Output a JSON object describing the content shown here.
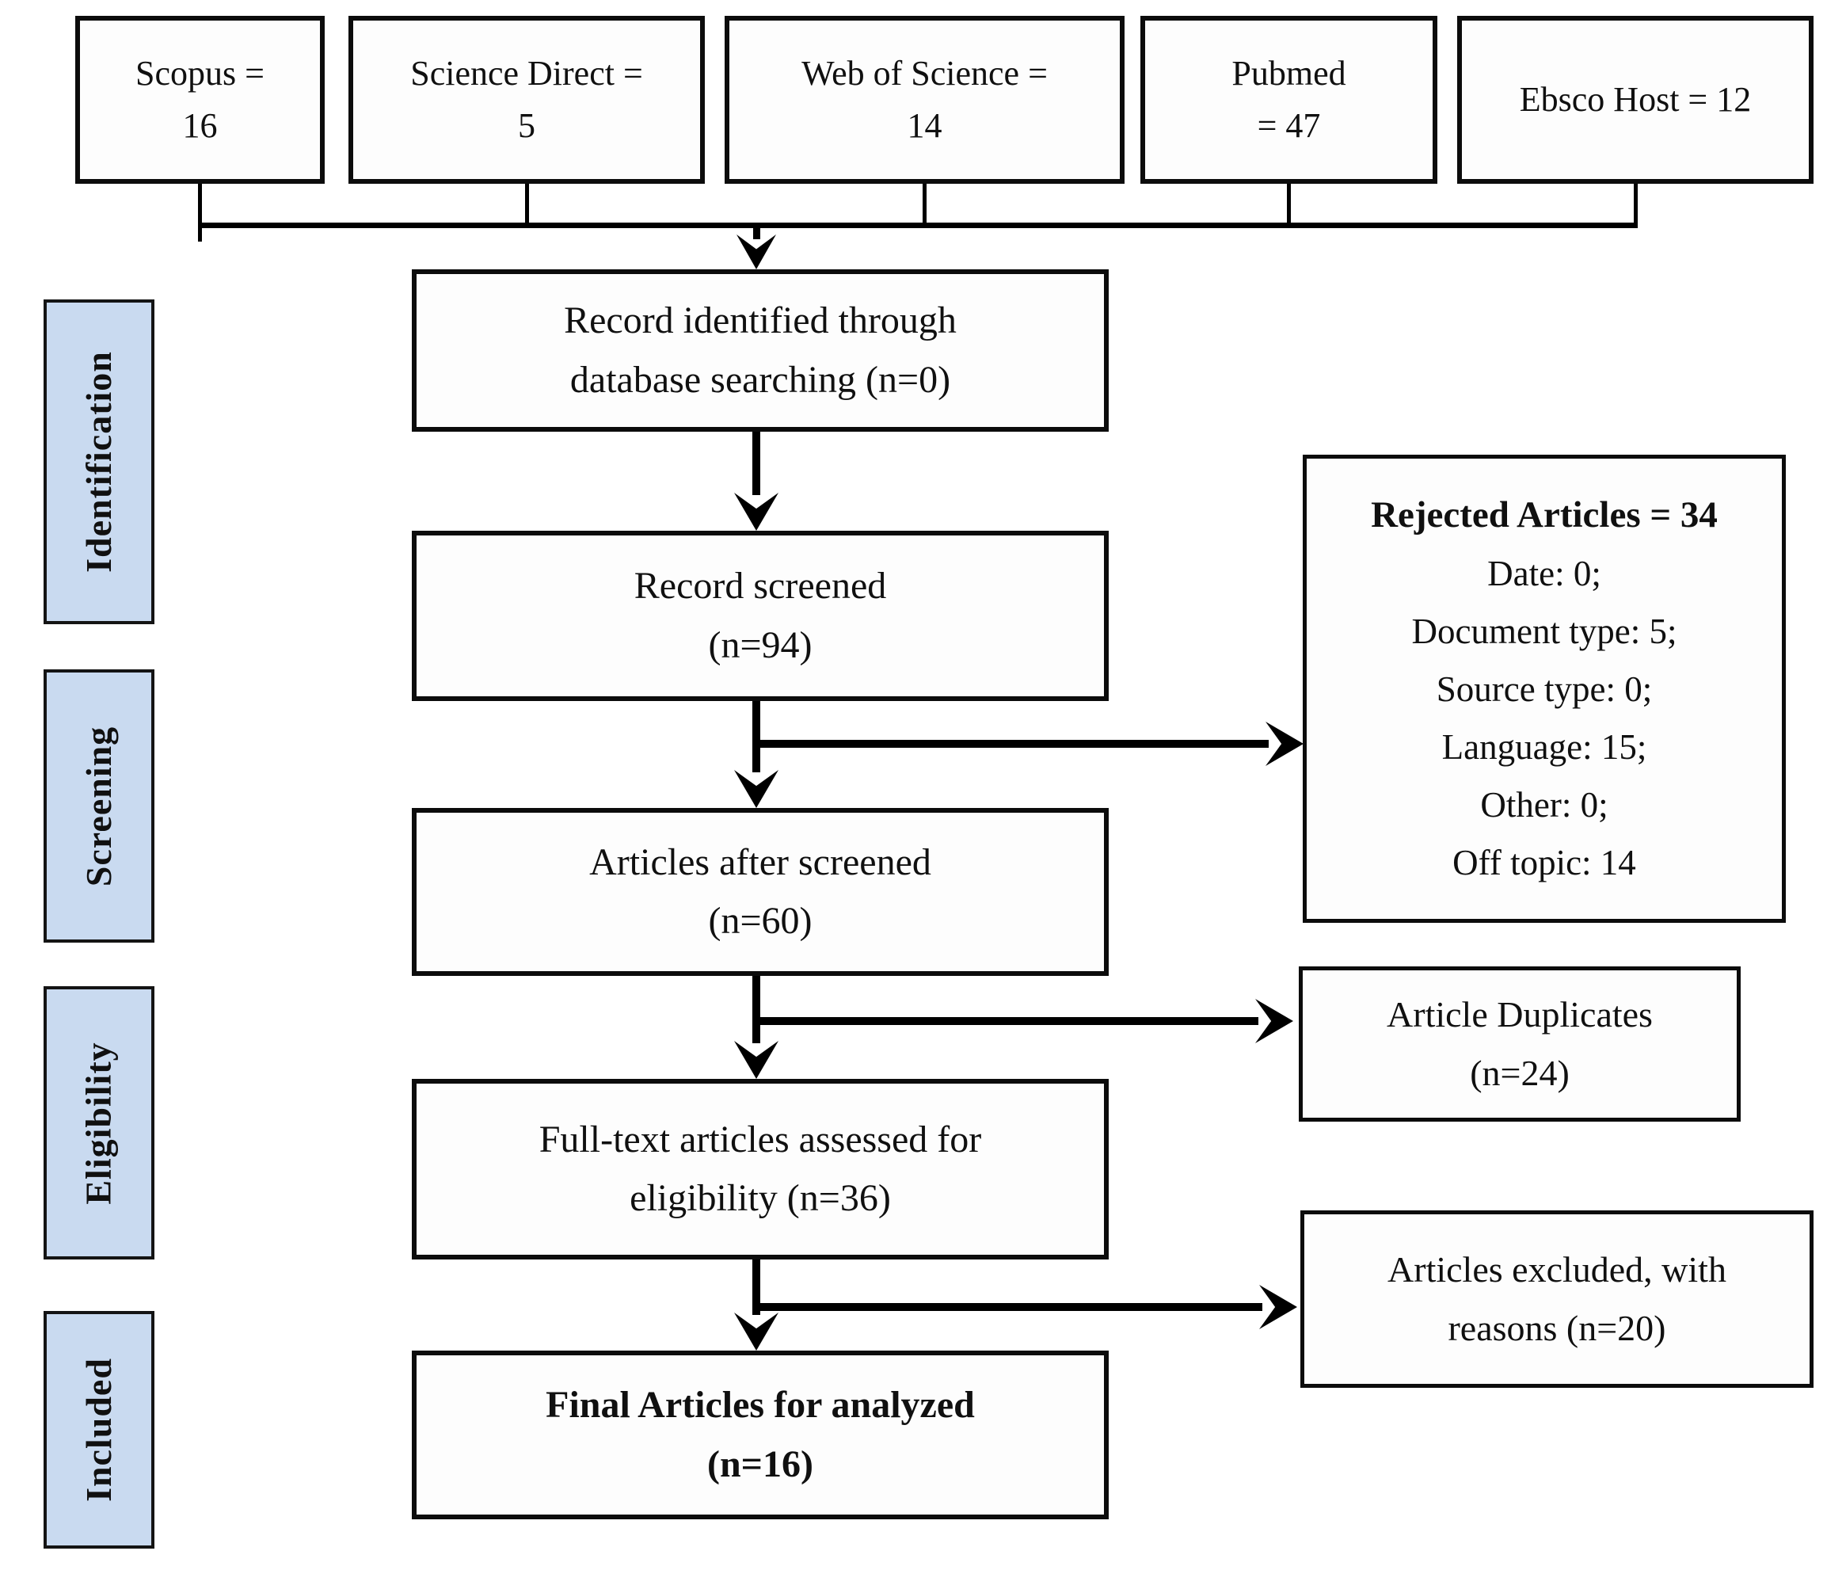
{
  "diagram": {
    "type": "prisma-flowchart",
    "sources": [
      {
        "name": "Scopus",
        "count": 16,
        "label": "Scopus =\n16"
      },
      {
        "name": "Science Direct",
        "count": 5,
        "label": "Science Direct =\n5"
      },
      {
        "name": "Web of Science",
        "count": 14,
        "label": "Web of Science =\n14"
      },
      {
        "name": "Pubmed",
        "count": 47,
        "label": "Pubmed\n= 47"
      },
      {
        "name": "Ebsco Host",
        "count": 12,
        "label": "Ebsco Host = 12"
      }
    ],
    "stages": [
      {
        "label": "Identification"
      },
      {
        "label": "Screening"
      },
      {
        "label": "Eligibility"
      },
      {
        "label": "Included"
      }
    ],
    "flow": {
      "identified": "Record identified through\ndatabase searching (n=0)",
      "screened": "Record screened\n(n=94)",
      "after_screened": "Articles after screened\n(n=60)",
      "fulltext": "Full-text articles assessed for\neligibility (n=36)",
      "final": "Final Articles for analyzed\n(n=16)"
    },
    "exclusions": {
      "rejected_title": "Rejected Articles = 34",
      "rejected_breakdown": "Date: 0;\nDocument type: 5;\nSource type: 0;\nLanguage: 15;\nOther: 0;\nOff topic: 14",
      "duplicates": "Article Duplicates\n(n=24)",
      "excluded": "Articles excluded, with\nreasons (n=20)"
    },
    "colors": {
      "stage_fill": "#c9daf0",
      "box_fill": "#fdfdfd",
      "line": "#000000"
    }
  }
}
